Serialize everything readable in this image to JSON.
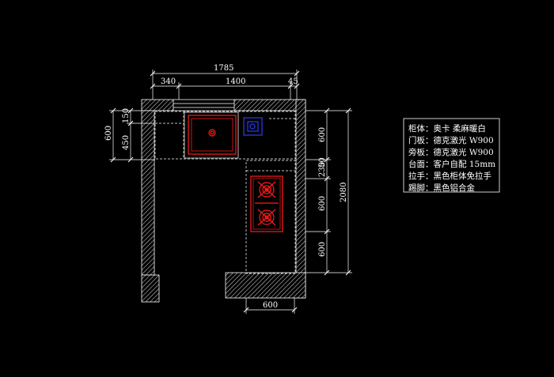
{
  "colors": {
    "background": "#000000",
    "wall": "#ffffff",
    "dimension": "#ffffff",
    "sink": "#ff1a1a",
    "stove": "#ff1a1a",
    "faucet": "#2a3cff"
  },
  "dimensions": {
    "top_total": "1785",
    "top_left": "340",
    "top_middle": "1400",
    "top_right": "45",
    "left_outer": "600",
    "left_upper": "150",
    "left_lower": "450",
    "right_top": "600",
    "right_gap_a": "230",
    "right_gap_b": "50",
    "right_middle": "600",
    "right_bottom": "600",
    "right_total": "2080",
    "bottom_width": "600"
  },
  "spec_notes": [
    "柜体：奥卡  柔麻暖白",
    "门板：德克激光 W900",
    "旁板：德克激光 W900",
    "台面：客户自配 15mm",
    "拉手：黑色柜体免拉手",
    "踢脚：黑色铝合金"
  ]
}
